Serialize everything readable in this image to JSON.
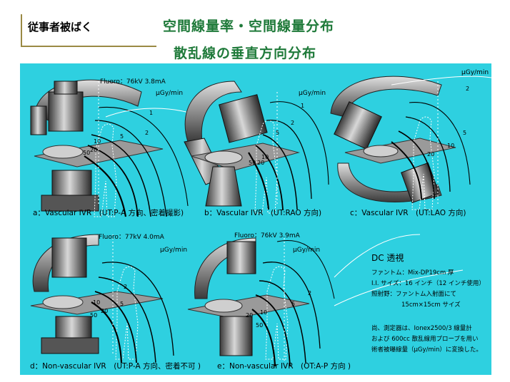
{
  "header": {
    "tag": "従事者被ばく",
    "title": "空間線量率・空間線量分布",
    "subtitle": "散乱線の垂直方向分布"
  },
  "panels": {
    "a": {
      "fluoro": "Fluoro：76kV 3.8mA",
      "unit": "μGy/min",
      "caption": "a：Vascular IVR　(UT:P-A 方向、密着撮影)"
    },
    "b": {
      "unit": "μGy/min",
      "caption": "b：Vascular IVR　(UT:RAO 方向)"
    },
    "c": {
      "unit": "μGy/min",
      "caption": "c：Vascular IVR　(UT:LAO 方向)"
    },
    "d": {
      "fluoro": "Fluoro：77kV 4.0mA",
      "unit": "μGy/min",
      "caption": "d：Non-vascular IVR　(UT:P-A 方向、密着不可 )"
    },
    "e": {
      "fluoro": "Fluoro：76kV 3.9mA",
      "unit": "μGy/min",
      "caption": "e：Non-vascular IVR　(OT:A-P 方向 )"
    }
  },
  "contour_labels": {
    "a": [
      "1",
      "2",
      "5",
      "10",
      "20",
      "50"
    ],
    "b": [
      "1",
      "2",
      "5",
      "10",
      "20",
      "50"
    ],
    "c": [
      "2",
      "5",
      "10",
      "20"
    ],
    "d": [
      "2",
      "5",
      "10",
      "20",
      "50"
    ],
    "e": [
      "2",
      "5",
      "10",
      "20",
      "50"
    ]
  },
  "dc": {
    "title": "DC 透視",
    "phantom": "ファントム：Mix-DP19cm 厚",
    "ii_size": "I.I. サイズ：16 インチ（12 インチ使用）",
    "field": "照射野：ファントム入射面にて",
    "field_size": "15cm×15cm サイズ",
    "note1": "尚、測定器は、Ionex2500/3 線量計",
    "note2": "および 600cc 散乱線用プローブを用い",
    "note3": "術者被曝線量（μGy/min）に変換した。"
  },
  "colors": {
    "panel_bg": "#2ed0e0",
    "title": "#1f7a3a",
    "rule": "#9a8a44"
  }
}
